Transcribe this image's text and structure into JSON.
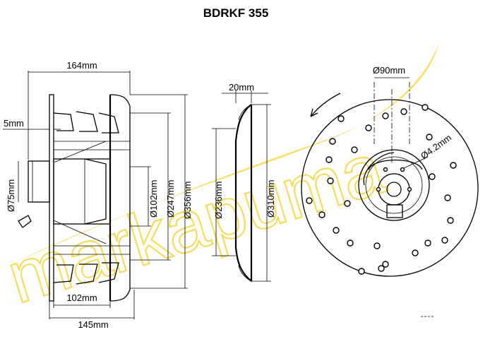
{
  "title": "BDRKF 355",
  "watermark": {
    "text": "markapuma",
    "color": "#F7D94A"
  },
  "dimensions": {
    "overall_depth": "164mm",
    "flange_thickness": "5mm",
    "hub_diameter": "Ø75mm",
    "d102": "Ø102mm",
    "d247": "Ø247mm",
    "d356": "Ø356mm",
    "inner_depth": "102mm",
    "total_depth": "145mm",
    "ring_width": "20mm",
    "d236": "Ø236mm",
    "d310": "Ø310mm",
    "d90": "Ø90mm",
    "d42": "Ø4.2mm"
  },
  "colors": {
    "line": "#000000",
    "background": "#FFFFFF"
  }
}
